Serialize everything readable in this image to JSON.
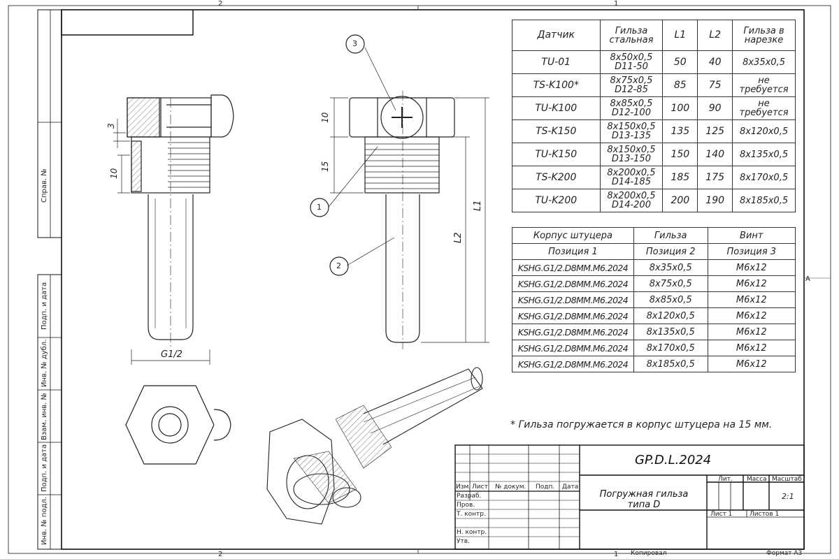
{
  "sheet": {
    "zone_top_left": "2",
    "zone_top_right": "1",
    "zone_bottom_left": "2",
    "zone_bottom_right": "1",
    "zone_side": "A"
  },
  "left_strip": {
    "sprav": "Справ. №",
    "podp_data_1": "Подп. и дата",
    "inv_dubl": "Инв. № дубл.",
    "vzam_inv": "Взам. инв. №",
    "podp_data_2": "Подп. и дата",
    "inv_podl": "Инв. № подл."
  },
  "drawing": {
    "dims": {
      "d3": "3",
      "d10a": "10",
      "d10b": "10",
      "d15": "15",
      "l2": "L2",
      "l1": "L1",
      "g12": "G1/2"
    },
    "callouts": {
      "c1": "1",
      "c2": "2",
      "c3": "3"
    }
  },
  "table1": {
    "headers": [
      "Датчик",
      "Гильза стальная",
      "L1",
      "L2",
      "Гильза в нарезке"
    ],
    "rows": [
      [
        "TU-01",
        "8x50x0,5 D11-50",
        "50",
        "40",
        "8x35x0,5"
      ],
      [
        "TS-K100*",
        "8x75x0,5 D12-85",
        "85",
        "75",
        "не требуется"
      ],
      [
        "TU-K100",
        "8x85x0,5 D12-100",
        "100",
        "90",
        "не требуется"
      ],
      [
        "TS-K150",
        "8x150x0,5 D13-135",
        "135",
        "125",
        "8x120x0,5"
      ],
      [
        "TU-K150",
        "8x150x0,5 D13-150",
        "150",
        "140",
        "8x135x0,5"
      ],
      [
        "TS-K200",
        "8x200x0,5 D14-185",
        "185",
        "175",
        "8x170x0,5"
      ],
      [
        "TU-K200",
        "8x200x0,5 D14-200",
        "200",
        "190",
        "8x185x0,5"
      ]
    ]
  },
  "table2": {
    "headers": [
      "Корпус штуцера",
      "Гильза",
      "Винт"
    ],
    "subheaders": [
      "Позиция 1",
      "Позиция 2",
      "Позиция 3"
    ],
    "rows": [
      [
        "KSHG.G1/2.D8MM.M6.2024",
        "8x35x0,5",
        "M6x12"
      ],
      [
        "KSHG.G1/2.D8MM.M6.2024",
        "8x75x0,5",
        "M6x12"
      ],
      [
        "KSHG.G1/2.D8MM.M6.2024",
        "8x85x0,5",
        "M6x12"
      ],
      [
        "KSHG.G1/2.D8MM.M6.2024",
        "8x120x0,5",
        "M6x12"
      ],
      [
        "KSHG.G1/2.D8MM.M6.2024",
        "8x135x0,5",
        "M6x12"
      ],
      [
        "KSHG.G1/2.D8MM.M6.2024",
        "8x170x0,5",
        "M6x12"
      ],
      [
        "KSHG.G1/2.D8MM.M6.2024",
        "8x185x0,5",
        "M6x12"
      ]
    ]
  },
  "note": "* Гильза погружается в корпус штуцера на 15 мм.",
  "title_block": {
    "designation": "GP.D.L.2024",
    "name_line1": "Погружная гильза",
    "name_line2": "типа D",
    "col_izm": "Изм.",
    "col_list": "Лист",
    "col_dokum": "№ докум.",
    "col_podp": "Подп.",
    "col_data": "Дата",
    "razrab": "Разраб.",
    "prov": "Пров.",
    "t_kontr": "Т. контр.",
    "n_kontr": "Н. контр.",
    "utv": "Утв.",
    "lit": "Лит.",
    "massa": "Масса",
    "masshtab": "Масштаб",
    "scale_value": "2:1",
    "list": "Лист 1",
    "listov": "Листов 1",
    "kopiroval": "Копировал",
    "format": "Формат А3"
  }
}
